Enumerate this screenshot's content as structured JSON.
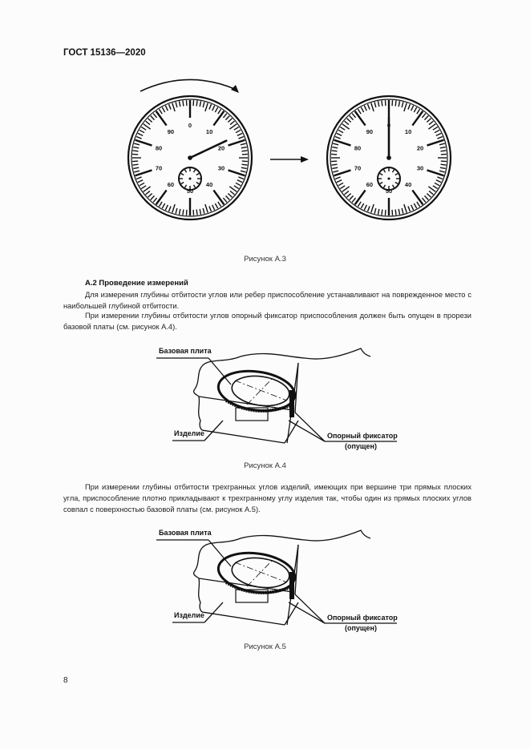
{
  "header": {
    "title": "ГОСТ 15136—2020"
  },
  "figure_a3": {
    "caption": "Рисунок А.3",
    "dial_left": {
      "numbers": [
        "0",
        "10",
        "20",
        "30",
        "40",
        "50",
        "60",
        "70",
        "80",
        "90"
      ],
      "pointer_value": 18
    },
    "dial_right": {
      "numbers": [
        "0",
        "10",
        "20",
        "30",
        "40",
        "50",
        "60",
        "70",
        "80",
        "90"
      ],
      "pointer_value": 0
    },
    "rotation_arrow": "clockwise-arrow",
    "transition_arrow": "right-arrow"
  },
  "section": {
    "title": "А.2 Проведение измерений",
    "paragraphs": [
      "Для измерения глубины отбитости углов или ребер приспособление устанавливают на поврежденное место с наибольшей глубиной отбитости.",
      "При измерении глубины отбитости углов опорный фиксатор приспособления должен быть опущен в прорези базовой платы (см. рисунок А.4)."
    ]
  },
  "figure_a4": {
    "caption": "Рисунок А.4",
    "labels": {
      "base_plate": "Базовая плита",
      "product": "Изделие",
      "support_lock": "Опорный фиксатор",
      "support_lock_state": "(опущен)"
    }
  },
  "paragraph_3": "При измерении глубины отбитости трехгранных углов изделий, имеющих при вершине три прямых плоских угла, приспособление плотно прикладывают к трехгранному углу изделия так, чтобы один из прямых плоских углов совпал с поверхностью базовой платы (см. рисунок А.5).",
  "figure_a5": {
    "caption": "Рисунок А.5",
    "labels": {
      "base_plate": "Базовая плита",
      "product": "Изделие",
      "support_lock": "Опорный фиксатор",
      "support_lock_state": "(опущен)"
    }
  },
  "footer": {
    "page_number": "8"
  }
}
